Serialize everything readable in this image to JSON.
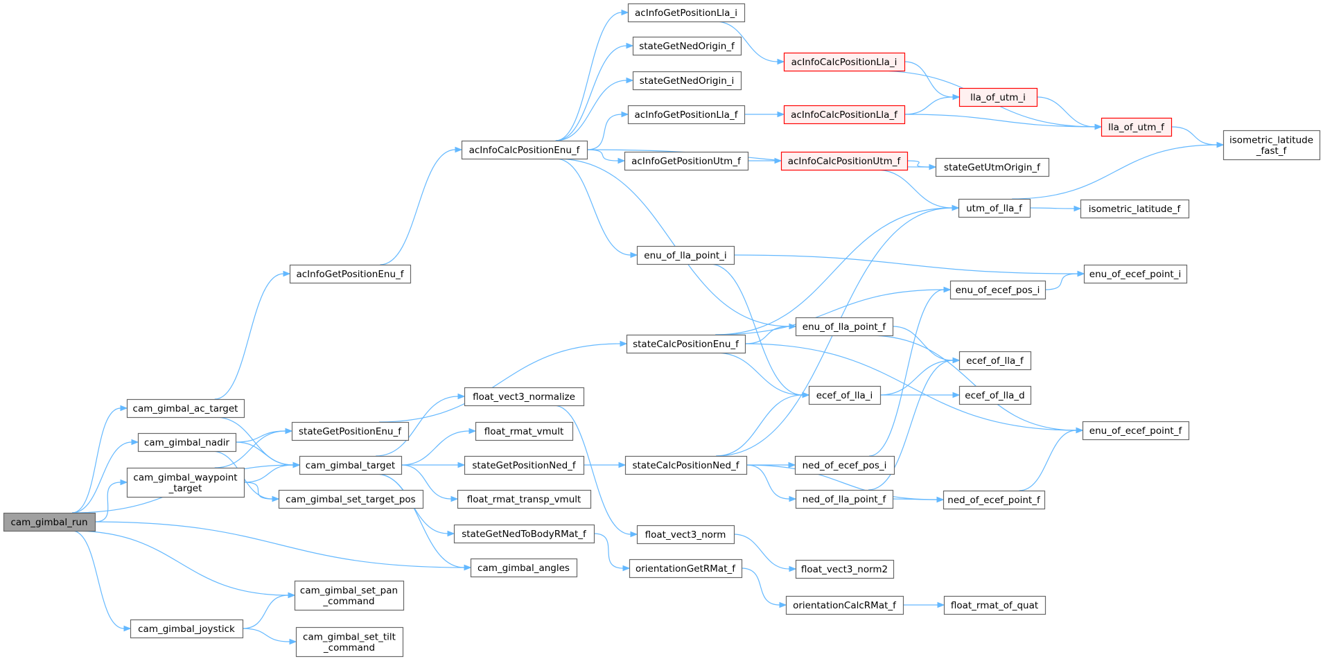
{
  "colors": {
    "edge": "#63b8ff",
    "root_fill": "#a0a0a0",
    "highlight_border": "#ff0000",
    "highlight_fill": "#fff0f0"
  },
  "nodes": [
    {
      "id": "cam_gimbal_run",
      "lines": [
        "cam_gimbal_run"
      ],
      "style": "root"
    },
    {
      "id": "cam_gimbal_ac_target",
      "lines": [
        "cam_gimbal_ac_target"
      ]
    },
    {
      "id": "cam_gimbal_nadir",
      "lines": [
        "cam_gimbal_nadir"
      ]
    },
    {
      "id": "cam_gimbal_waypoint_target",
      "lines": [
        "cam_gimbal_waypoint",
        "_target"
      ]
    },
    {
      "id": "cam_gimbal_joystick",
      "lines": [
        "cam_gimbal_joystick"
      ]
    },
    {
      "id": "acInfoGetPositionEnu_f",
      "lines": [
        "acInfoGetPositionEnu_f"
      ]
    },
    {
      "id": "stateGetPositionEnu_f",
      "lines": [
        "stateGetPositionEnu_f"
      ]
    },
    {
      "id": "cam_gimbal_target",
      "lines": [
        "cam_gimbal_target"
      ]
    },
    {
      "id": "cam_gimbal_set_target_pos",
      "lines": [
        "cam_gimbal_set_target_pos"
      ]
    },
    {
      "id": "cam_gimbal_set_pan_command",
      "lines": [
        "cam_gimbal_set_pan",
        "_command"
      ]
    },
    {
      "id": "cam_gimbal_set_tilt_command",
      "lines": [
        "cam_gimbal_set_tilt",
        "_command"
      ]
    },
    {
      "id": "acInfoCalcPositionEnu_f",
      "lines": [
        "acInfoCalcPositionEnu_f"
      ]
    },
    {
      "id": "float_vect3_normalize",
      "lines": [
        "float_vect3_normalize"
      ]
    },
    {
      "id": "float_rmat_vmult",
      "lines": [
        "float_rmat_vmult"
      ]
    },
    {
      "id": "stateGetPositionNed_f",
      "lines": [
        "stateGetPositionNed_f"
      ]
    },
    {
      "id": "float_rmat_transp_vmult",
      "lines": [
        "float_rmat_transp_vmult"
      ]
    },
    {
      "id": "stateGetNedToBodyRMat_f",
      "lines": [
        "stateGetNedToBodyRMat_f"
      ]
    },
    {
      "id": "cam_gimbal_angles",
      "lines": [
        "cam_gimbal_angles"
      ]
    },
    {
      "id": "acInfoGetPositionLla_i",
      "lines": [
        "acInfoGetPositionLla_i"
      ]
    },
    {
      "id": "stateGetNedOrigin_f",
      "lines": [
        "stateGetNedOrigin_f"
      ]
    },
    {
      "id": "stateGetNedOrigin_i",
      "lines": [
        "stateGetNedOrigin_i"
      ]
    },
    {
      "id": "acInfoGetPositionLla_f",
      "lines": [
        "acInfoGetPositionLla_f"
      ]
    },
    {
      "id": "acInfoGetPositionUtm_f",
      "lines": [
        "acInfoGetPositionUtm_f"
      ]
    },
    {
      "id": "enu_of_lla_point_i",
      "lines": [
        "enu_of_lla_point_i"
      ]
    },
    {
      "id": "stateCalcPositionEnu_f",
      "lines": [
        "stateCalcPositionEnu_f"
      ]
    },
    {
      "id": "stateCalcPositionNed_f",
      "lines": [
        "stateCalcPositionNed_f"
      ]
    },
    {
      "id": "float_vect3_norm",
      "lines": [
        "float_vect3_norm"
      ]
    },
    {
      "id": "orientationGetRMat_f",
      "lines": [
        "orientationGetRMat_f"
      ]
    },
    {
      "id": "acInfoCalcPositionLla_i",
      "lines": [
        "acInfoCalcPositionLla_i"
      ],
      "style": "red"
    },
    {
      "id": "acInfoCalcPositionLla_f",
      "lines": [
        "acInfoCalcPositionLla_f"
      ],
      "style": "red"
    },
    {
      "id": "acInfoCalcPositionUtm_f",
      "lines": [
        "acInfoCalcPositionUtm_f"
      ],
      "style": "red"
    },
    {
      "id": "enu_of_lla_point_f",
      "lines": [
        "enu_of_lla_point_f"
      ]
    },
    {
      "id": "ecef_of_lla_i",
      "lines": [
        "ecef_of_lla_i"
      ]
    },
    {
      "id": "ned_of_ecef_pos_i",
      "lines": [
        "ned_of_ecef_pos_i"
      ]
    },
    {
      "id": "ned_of_lla_point_f",
      "lines": [
        "ned_of_lla_point_f"
      ]
    },
    {
      "id": "float_vect3_norm2",
      "lines": [
        "float_vect3_norm2"
      ]
    },
    {
      "id": "orientationCalcRMat_f",
      "lines": [
        "orientationCalcRMat_f"
      ]
    },
    {
      "id": "lla_of_utm_i",
      "lines": [
        "lla_of_utm_i"
      ],
      "style": "red"
    },
    {
      "id": "stateGetUtmOrigin_f",
      "lines": [
        "stateGetUtmOrigin_f"
      ]
    },
    {
      "id": "utm_of_lla_f",
      "lines": [
        "utm_of_lla_f"
      ]
    },
    {
      "id": "enu_of_ecef_pos_i",
      "lines": [
        "enu_of_ecef_pos_i"
      ]
    },
    {
      "id": "ecef_of_lla_f",
      "lines": [
        "ecef_of_lla_f"
      ]
    },
    {
      "id": "ecef_of_lla_d",
      "lines": [
        "ecef_of_lla_d"
      ]
    },
    {
      "id": "ned_of_ecef_point_f",
      "lines": [
        "ned_of_ecef_point_f"
      ]
    },
    {
      "id": "float_rmat_of_quat",
      "lines": [
        "float_rmat_of_quat"
      ]
    },
    {
      "id": "lla_of_utm_f",
      "lines": [
        "lla_of_utm_f"
      ],
      "style": "red"
    },
    {
      "id": "isometric_latitude_fast_f",
      "lines": [
        "isometric_latitude",
        "_fast_f"
      ]
    },
    {
      "id": "isometric_latitude_f",
      "lines": [
        "isometric_latitude_f"
      ]
    },
    {
      "id": "enu_of_ecef_point_i",
      "lines": [
        "enu_of_ecef_point_i"
      ]
    },
    {
      "id": "enu_of_ecef_point_f",
      "lines": [
        "enu_of_ecef_point_f"
      ]
    }
  ],
  "edges": [
    [
      "cam_gimbal_run",
      "cam_gimbal_ac_target"
    ],
    [
      "cam_gimbal_run",
      "cam_gimbal_nadir"
    ],
    [
      "cam_gimbal_run",
      "cam_gimbal_waypoint_target"
    ],
    [
      "cam_gimbal_run",
      "cam_gimbal_target"
    ],
    [
      "cam_gimbal_run",
      "cam_gimbal_angles"
    ],
    [
      "cam_gimbal_run",
      "cam_gimbal_set_pan_command"
    ],
    [
      "cam_gimbal_run",
      "cam_gimbal_joystick"
    ],
    [
      "cam_gimbal_ac_target",
      "acInfoGetPositionEnu_f"
    ],
    [
      "cam_gimbal_ac_target",
      "cam_gimbal_target"
    ],
    [
      "cam_gimbal_nadir",
      "stateGetPositionEnu_f"
    ],
    [
      "cam_gimbal_nadir",
      "cam_gimbal_target"
    ],
    [
      "cam_gimbal_nadir",
      "cam_gimbal_set_target_pos"
    ],
    [
      "cam_gimbal_waypoint_target",
      "stateGetPositionEnu_f"
    ],
    [
      "cam_gimbal_waypoint_target",
      "cam_gimbal_target"
    ],
    [
      "cam_gimbal_waypoint_target",
      "cam_gimbal_set_target_pos"
    ],
    [
      "cam_gimbal_joystick",
      "cam_gimbal_set_pan_command"
    ],
    [
      "cam_gimbal_joystick",
      "cam_gimbal_set_tilt_command"
    ],
    [
      "acInfoGetPositionEnu_f",
      "acInfoCalcPositionEnu_f"
    ],
    [
      "stateGetPositionEnu_f",
      "stateCalcPositionEnu_f"
    ],
    [
      "cam_gimbal_target",
      "float_vect3_normalize"
    ],
    [
      "cam_gimbal_target",
      "float_rmat_vmult"
    ],
    [
      "cam_gimbal_target",
      "stateGetPositionNed_f"
    ],
    [
      "cam_gimbal_target",
      "float_rmat_transp_vmult"
    ],
    [
      "cam_gimbal_target",
      "stateGetNedToBodyRMat_f"
    ],
    [
      "cam_gimbal_target",
      "cam_gimbal_angles"
    ],
    [
      "acInfoCalcPositionEnu_f",
      "acInfoGetPositionLla_i"
    ],
    [
      "acInfoCalcPositionEnu_f",
      "stateGetNedOrigin_f"
    ],
    [
      "acInfoCalcPositionEnu_f",
      "stateGetNedOrigin_i"
    ],
    [
      "acInfoCalcPositionEnu_f",
      "acInfoGetPositionLla_f"
    ],
    [
      "acInfoCalcPositionEnu_f",
      "stateGetUtmOrigin_f"
    ],
    [
      "acInfoCalcPositionEnu_f",
      "acInfoGetPositionUtm_f"
    ],
    [
      "acInfoCalcPositionEnu_f",
      "enu_of_lla_point_i"
    ],
    [
      "acInfoCalcPositionEnu_f",
      "enu_of_lla_point_f"
    ],
    [
      "acInfoGetPositionLla_i",
      "acInfoCalcPositionLla_i"
    ],
    [
      "acInfoGetPositionLla_f",
      "acInfoCalcPositionLla_f"
    ],
    [
      "acInfoGetPositionUtm_f",
      "acInfoCalcPositionUtm_f"
    ],
    [
      "acInfoCalcPositionLla_i",
      "lla_of_utm_i"
    ],
    [
      "acInfoCalcPositionLla_i",
      "lla_of_utm_f"
    ],
    [
      "acInfoCalcPositionLla_f",
      "lla_of_utm_i"
    ],
    [
      "acInfoCalcPositionLla_f",
      "lla_of_utm_f"
    ],
    [
      "acInfoCalcPositionUtm_f",
      "stateGetUtmOrigin_f"
    ],
    [
      "acInfoCalcPositionUtm_f",
      "utm_of_lla_f"
    ],
    [
      "lla_of_utm_i",
      "lla_of_utm_f"
    ],
    [
      "lla_of_utm_f",
      "isometric_latitude_fast_f"
    ],
    [
      "utm_of_lla_f",
      "isometric_latitude_fast_f"
    ],
    [
      "utm_of_lla_f",
      "isometric_latitude_f"
    ],
    [
      "enu_of_lla_point_i",
      "enu_of_ecef_point_i"
    ],
    [
      "enu_of_lla_point_i",
      "ecef_of_lla_i"
    ],
    [
      "enu_of_ecef_pos_i",
      "enu_of_ecef_point_i"
    ],
    [
      "stateCalcPositionEnu_f",
      "utm_of_lla_f"
    ],
    [
      "stateCalcPositionEnu_f",
      "enu_of_ecef_pos_i"
    ],
    [
      "stateCalcPositionEnu_f",
      "enu_of_lla_point_f"
    ],
    [
      "stateCalcPositionEnu_f",
      "ecef_of_lla_i"
    ],
    [
      "stateCalcPositionEnu_f",
      "enu_of_ecef_point_f"
    ],
    [
      "enu_of_lla_point_f",
      "ecef_of_lla_f"
    ],
    [
      "enu_of_lla_point_f",
      "enu_of_ecef_point_f"
    ],
    [
      "ecef_of_lla_i",
      "ecef_of_lla_f"
    ],
    [
      "ecef_of_lla_i",
      "ecef_of_lla_d"
    ],
    [
      "stateGetPositionNed_f",
      "stateCalcPositionNed_f"
    ],
    [
      "stateCalcPositionNed_f",
      "utm_of_lla_f"
    ],
    [
      "stateCalcPositionNed_f",
      "ecef_of_lla_i"
    ],
    [
      "stateCalcPositionNed_f",
      "ned_of_ecef_pos_i"
    ],
    [
      "stateCalcPositionNed_f",
      "ned_of_lla_point_f"
    ],
    [
      "stateCalcPositionNed_f",
      "ned_of_ecef_point_f"
    ],
    [
      "ned_of_ecef_pos_i",
      "enu_of_ecef_pos_i"
    ],
    [
      "ned_of_lla_point_f",
      "ecef_of_lla_f"
    ],
    [
      "ned_of_lla_point_f",
      "ned_of_ecef_point_f"
    ],
    [
      "ned_of_ecef_point_f",
      "enu_of_ecef_point_f"
    ],
    [
      "float_vect3_normalize",
      "float_vect3_norm"
    ],
    [
      "float_vect3_norm",
      "float_vect3_norm2"
    ],
    [
      "stateGetNedToBodyRMat_f",
      "orientationGetRMat_f"
    ],
    [
      "orientationGetRMat_f",
      "orientationCalcRMat_f"
    ],
    [
      "orientationCalcRMat_f",
      "float_rmat_of_quat"
    ]
  ]
}
